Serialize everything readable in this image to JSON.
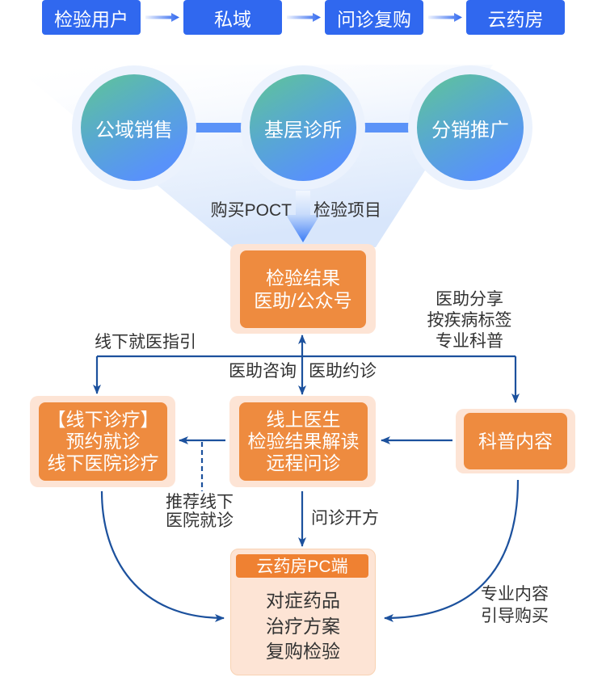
{
  "top_flow": {
    "steps": [
      "检验用户",
      "私域",
      "问诊复购",
      "云药房"
    ]
  },
  "channels": [
    "公域销售",
    "基层诊所",
    "分销推广"
  ],
  "funnel_labels": {
    "left": "购买POCT",
    "right": "检验项目"
  },
  "nodes": {
    "result": {
      "lines": [
        "检验结果",
        "医助/公众号"
      ]
    },
    "offline": {
      "lines": [
        "【线下诊疗】",
        "预约就诊",
        "线下医院诊疗"
      ]
    },
    "online": {
      "lines": [
        "线上医生",
        "检验结果解读",
        "远程问诊"
      ]
    },
    "science": {
      "lines": [
        "科普内容"
      ]
    },
    "pharmacy": {
      "title": "云药房PC端",
      "lines": [
        "对症药品",
        "治疗方案",
        "复购检验"
      ]
    }
  },
  "edge_labels": {
    "offline_guide": "线下就医指引",
    "consult": "医助咨询",
    "appointment": "医助约诊",
    "share": [
      "医助分享",
      "按疾病标签",
      "专业科普"
    ],
    "recommend": [
      "推荐线下",
      "医院就诊"
    ],
    "prescribe": "问诊开方",
    "guide_buy": [
      "专业内容",
      "引导购买"
    ]
  },
  "colors": {
    "primary": "#3068ef",
    "circle-start": "#5ec0a0",
    "circle-end": "#5892fa",
    "connector": "#5b93f8",
    "ring": "#ebf2fd",
    "node-orange": "#ee8b3f",
    "node-pale": "#fde4d5",
    "header": "#ef8132",
    "pale-border": "#f8d2b3",
    "edge": "#1c519d",
    "text": "#333333"
  }
}
